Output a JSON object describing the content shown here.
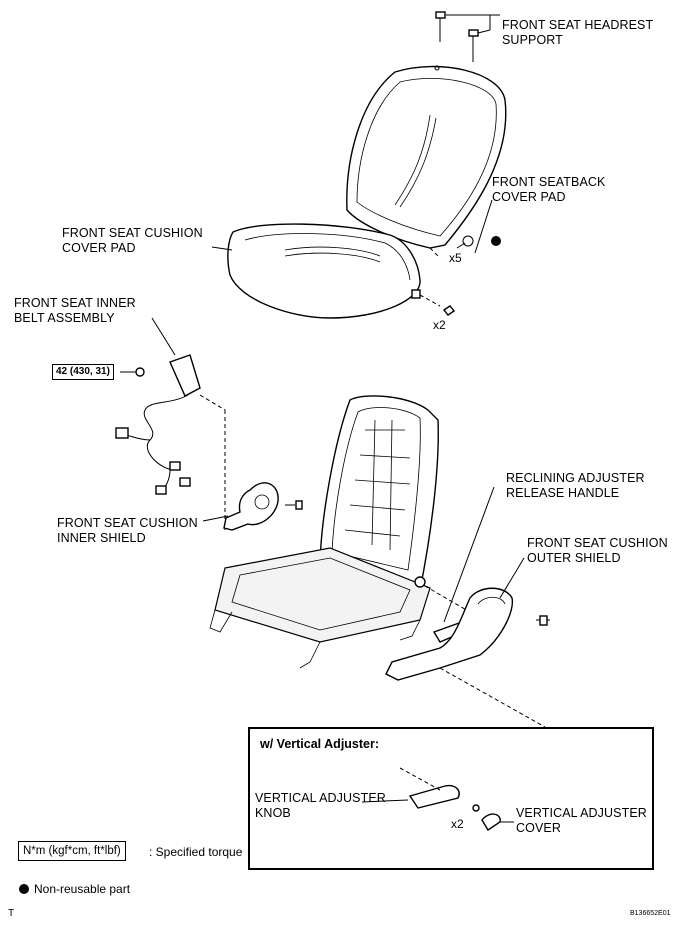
{
  "labels": {
    "headrest_support": [
      "FRONT SEAT HEADREST",
      "SUPPORT"
    ],
    "seatback_cover_pad": [
      "FRONT SEATBACK",
      "COVER PAD"
    ],
    "cushion_cover_pad": [
      "FRONT SEAT CUSHION",
      "COVER PAD"
    ],
    "inner_belt_assembly": [
      "FRONT SEAT INNER",
      "BELT ASSEMBLY"
    ],
    "cushion_inner_shield": [
      "FRONT SEAT CUSHION",
      "INNER SHIELD"
    ],
    "reclining_handle": [
      "RECLINING ADJUSTER",
      "RELEASE HANDLE"
    ],
    "cushion_outer_shield": [
      "FRONT SEAT CUSHION",
      "OUTER SHIELD"
    ],
    "vertical_adjuster_knob": [
      "VERTICAL ADJUSTER",
      "KNOB"
    ],
    "vertical_adjuster_cover": [
      "VERTICAL ADJUSTER",
      "COVER"
    ]
  },
  "quantities": {
    "hog_rings": "x5",
    "cushion_clips": "x2",
    "knob_screws": "x2"
  },
  "torque_value": "42 (430, 31)",
  "inset_title": "w/ Vertical Adjuster:",
  "legend": {
    "torque_units": "N*m (kgf*cm, ft*lbf)",
    "torque_desc": ": Specified torque",
    "non_reusable": "Non-reusable part"
  },
  "footer": {
    "left_mark": "T",
    "figure_id": "B136652E01"
  }
}
